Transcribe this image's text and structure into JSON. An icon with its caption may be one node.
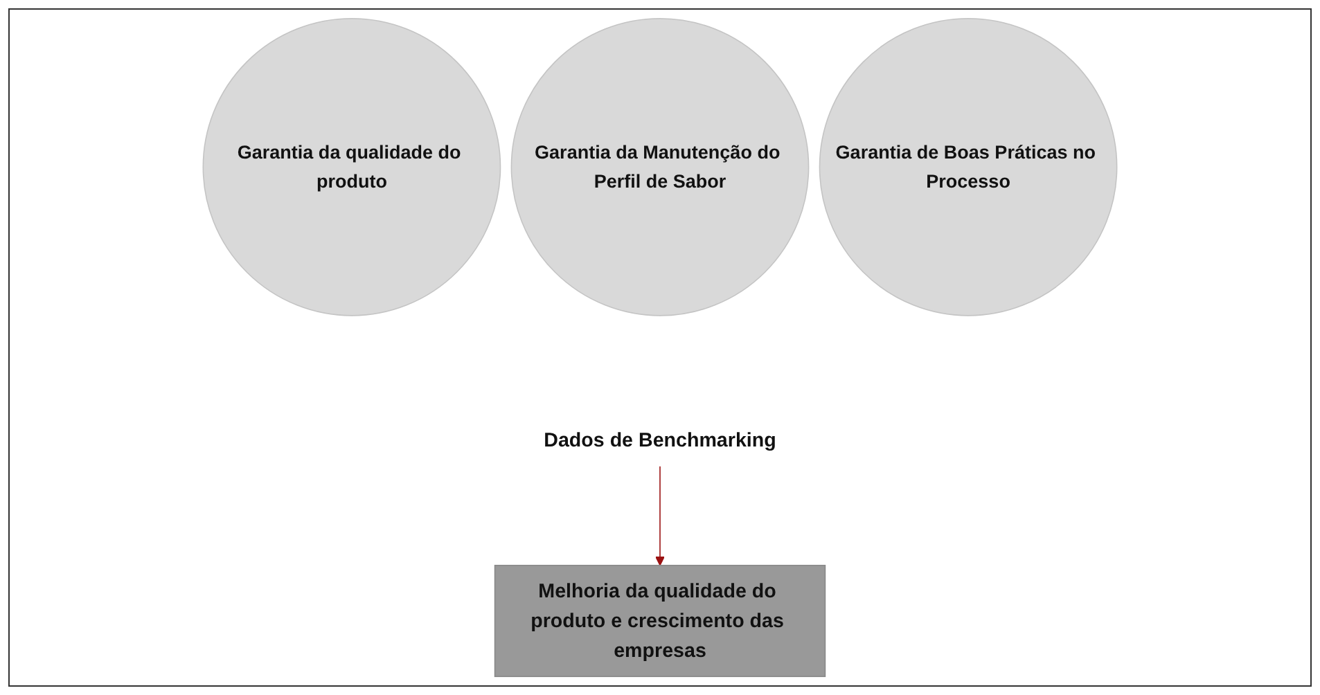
{
  "diagram": {
    "nodes": [
      {
        "text": [
          "Garantia da qualidade do produto"
        ]
      },
      {
        "text": [
          "Garantia da Manutenção do Perfil de Sabor"
        ]
      },
      {
        "text": [
          "Garantia de Boas Práticas no Processo"
        ]
      },
      {
        "text": [
          "Dados de Benchmarking"
        ]
      },
      {
        "text": [
          "Melhoria da qualidade do produto e crescimento das empresas"
        ]
      }
    ],
    "edges": [
      {
        "from": 3,
        "to": 4,
        "arrow": "to",
        "color": "#9b1111"
      }
    ]
  }
}
